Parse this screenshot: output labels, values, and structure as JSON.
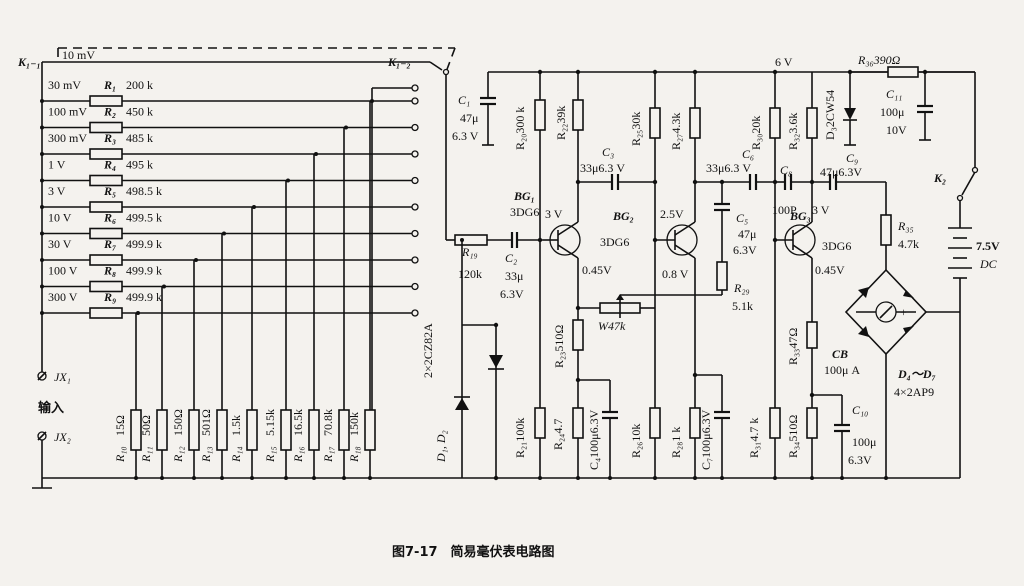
{
  "caption": "图7-17　简易毫伏表电路图",
  "switch": {
    "k1": "K₁₋₁",
    "k2": "K₁₋₂",
    "k_bat": "K₂"
  },
  "ranges": [
    "10 mV",
    "30 mV",
    "100 mV",
    "300 mV",
    "1 V",
    "3 V",
    "10 V",
    "30 V",
    "100 V",
    "300 V"
  ],
  "series_resistors": [
    {
      "name": "R₁",
      "value": "200 k"
    },
    {
      "name": "R₂",
      "value": "450 k"
    },
    {
      "name": "R₃",
      "value": "485 k"
    },
    {
      "name": "R₄",
      "value": "495 k"
    },
    {
      "name": "R₅",
      "value": "498.5 k"
    },
    {
      "name": "R₆",
      "value": "499.5 k"
    },
    {
      "name": "R₇",
      "value": "499.9 k"
    },
    {
      "name": "R₈",
      "value": "499.9 k"
    },
    {
      "name": "R₉",
      "value": "499.9 k"
    }
  ],
  "shunt_resistors": [
    {
      "name": "R₁₀",
      "value": "15Ω"
    },
    {
      "name": "R₁₁",
      "value": "50Ω"
    },
    {
      "name": "R₁₂",
      "value": "150Ω"
    },
    {
      "name": "R₁₃",
      "value": "501Ω"
    },
    {
      "name": "R₁₄",
      "value": "1.5k"
    },
    {
      "name": "R₁₅",
      "value": "5.15k"
    },
    {
      "name": "R₁₆",
      "value": "16.5k"
    },
    {
      "name": "R₁₇",
      "value": "70.8k"
    },
    {
      "name": "R₁₈",
      "value": "150k"
    }
  ],
  "inputs": {
    "jx1": "JX₁",
    "label": "输入",
    "jx2": "JX₂"
  },
  "diodes_d1d2": {
    "name": "D₁, D₂",
    "value": "2×2CZ82A"
  },
  "r19": {
    "name": "R₁₉",
    "value": "120k"
  },
  "c1": {
    "name": "C₁",
    "v1": "47μ",
    "v2": "6.3 V"
  },
  "c2": {
    "name": "C₂",
    "v1": "33μ",
    "v2": "6.3V"
  },
  "r20": "R₂₀300 k",
  "r21": "R₂₁100k",
  "r22": "R₂₂39k",
  "r23": "R₂₃510Ω",
  "r24": "R₂₄4.7",
  "c4": "C₄100μ6.3V",
  "bg1": {
    "name": "BG₁",
    "type": "3DG6",
    "vc": "3 V",
    "ve": "0.45V"
  },
  "c3": {
    "name": "C₃",
    "value": "33μ6.3 V"
  },
  "r25": "R₂₅30k",
  "r26": "R₂₆10k",
  "bg2": {
    "name": "BG₂",
    "type": "3DG6",
    "vc": "2.5V",
    "ve": "0.8 V"
  },
  "w": "W47k",
  "r27": "R₂₇4.3k",
  "r28": "R₂₈1 k",
  "c7": "C₇100μ6.3V",
  "c5": {
    "name": "C₅",
    "v1": "47μ",
    "v2": "6.3V"
  },
  "r29": {
    "name": "R₂₉",
    "value": "5.1k"
  },
  "r30": "R₃₀20k",
  "r31": "R₃₁4.7 k",
  "c6": {
    "name": "C₆",
    "value": "33μ6.3 V"
  },
  "c8": {
    "name": "C₈",
    "value": "100P"
  },
  "supply": "6 V",
  "r32": "R₃₂3.6k",
  "d3": "D₃2CW54",
  "bg3": {
    "name": "BG₃",
    "type": "3DG6",
    "vc": "3 V",
    "ve": "0.45V"
  },
  "r33": "R₃₃47Ω",
  "r34": "R₃₄510Ω",
  "c9": {
    "name": "C₉",
    "value": "47μ6.3V"
  },
  "c10": {
    "name": "C₁₀",
    "v1": "100μ",
    "v2": "6.3V"
  },
  "r35": {
    "name": "R₃₅",
    "value": "4.7k"
  },
  "r36": "R₃₆390Ω",
  "c11": {
    "name": "C₁₁",
    "v1": "100μ",
    "v2": "10V"
  },
  "meter": {
    "name": "CB",
    "value": "100μ A"
  },
  "bridge": {
    "name": "D₄～D₇",
    "value": "4×2AP9"
  },
  "battery": {
    "v": "7.5V",
    "t": "DC"
  }
}
